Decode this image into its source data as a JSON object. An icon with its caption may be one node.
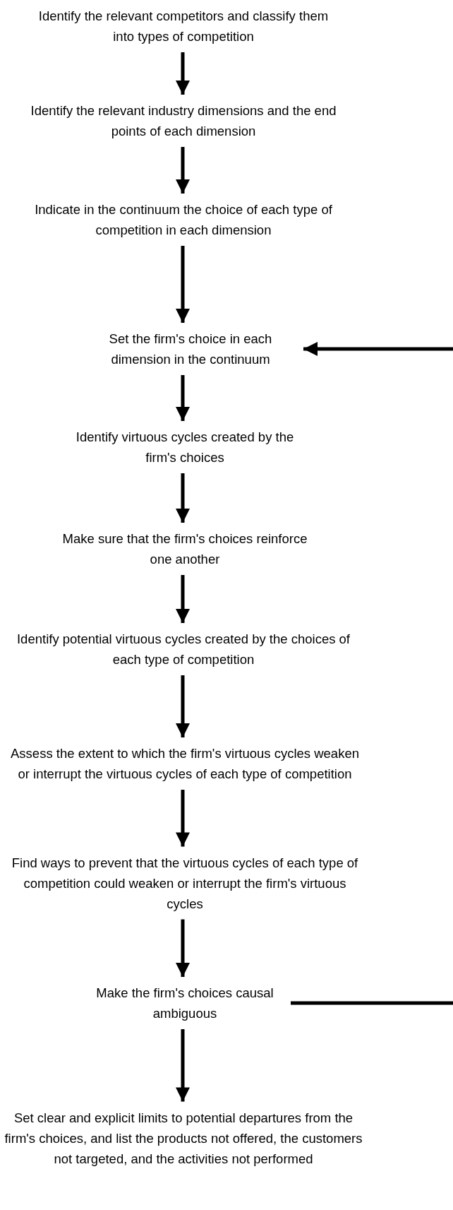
{
  "diagram": {
    "nodes": [
      {
        "text": [
          "Identify the relevant competitors and classify them into types of competition"
        ]
      },
      {
        "text": [
          "Identify the relevant industry dimensions and the end points of each dimension"
        ]
      },
      {
        "text": [
          "Indicate in the continuum the choice of each type of competition in each dimension"
        ]
      },
      {
        "text": [
          "Set the firm's choice in each dimension in the continuum"
        ]
      },
      {
        "text": [
          "Identify virtuous cycles created by the firm's choices"
        ]
      },
      {
        "text": [
          "Make sure that the firm's choices reinforce one another"
        ]
      },
      {
        "text": [
          "Identify potential virtuous cycles created by the choices of each type of competition"
        ]
      },
      {
        "text": [
          "Assess the extent to which the firm's virtuous cycles weaken or interrupt the virtuous cycles of each type of competition"
        ]
      },
      {
        "text": [
          "Find ways to prevent that the virtuous cycles of each type of competition could weaken or interrupt the firm's virtuous cycles"
        ]
      },
      {
        "text": [
          "Make the firm's choices causal ambiguous"
        ]
      },
      {
        "text": [
          "Set clear and explicit limits to potential departures from the firm's choices, and list the products not offered, the customers not targeted, and the activities not performed"
        ]
      }
    ],
    "edges": [
      {
        "from": 0,
        "to": 1,
        "arrow": "to"
      },
      {
        "from": 1,
        "to": 2,
        "arrow": "to"
      },
      {
        "from": 2,
        "to": 3,
        "arrow": "to"
      },
      {
        "from": 3,
        "to": 4,
        "arrow": "to"
      },
      {
        "from": 4,
        "to": 5,
        "arrow": "to"
      },
      {
        "from": 5,
        "to": 6,
        "arrow": "to"
      },
      {
        "from": 6,
        "to": 7,
        "arrow": "to"
      },
      {
        "from": 7,
        "to": 8,
        "arrow": "to"
      },
      {
        "from": 8,
        "to": 9,
        "arrow": "to"
      },
      {
        "from": 9,
        "to": 10,
        "arrow": "to"
      },
      {
        "from": null,
        "to": 3,
        "arrow": "to"
      },
      {
        "from": 9,
        "to": null,
        "arrow": "none"
      }
    ]
  }
}
